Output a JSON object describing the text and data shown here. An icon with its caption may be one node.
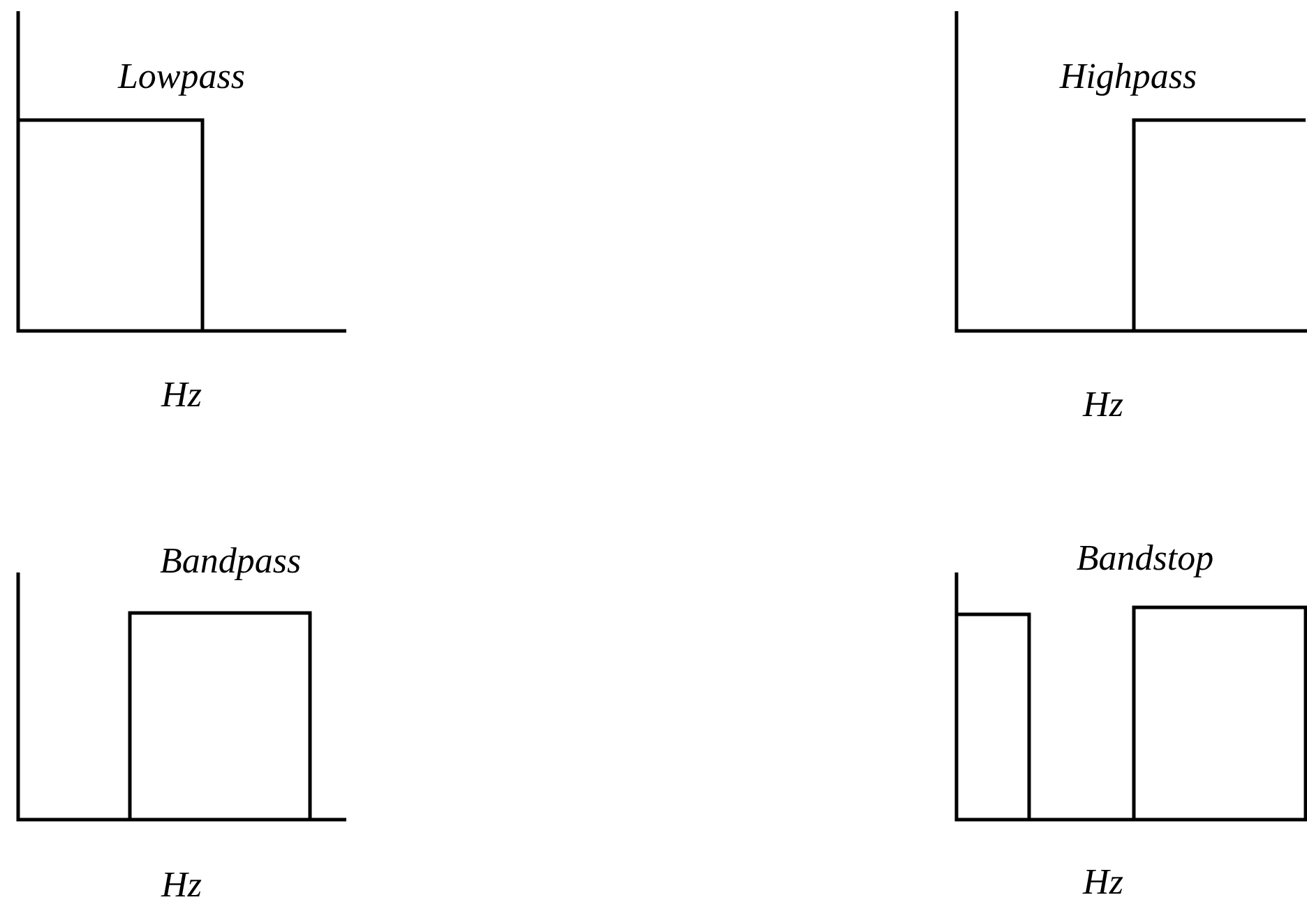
{
  "diagram": {
    "labels": [
      "Lowpass",
      "Highpass",
      "Hz",
      "Hz",
      "Bandpass",
      "Bandstop",
      "Hz",
      "Hz"
    ]
  }
}
